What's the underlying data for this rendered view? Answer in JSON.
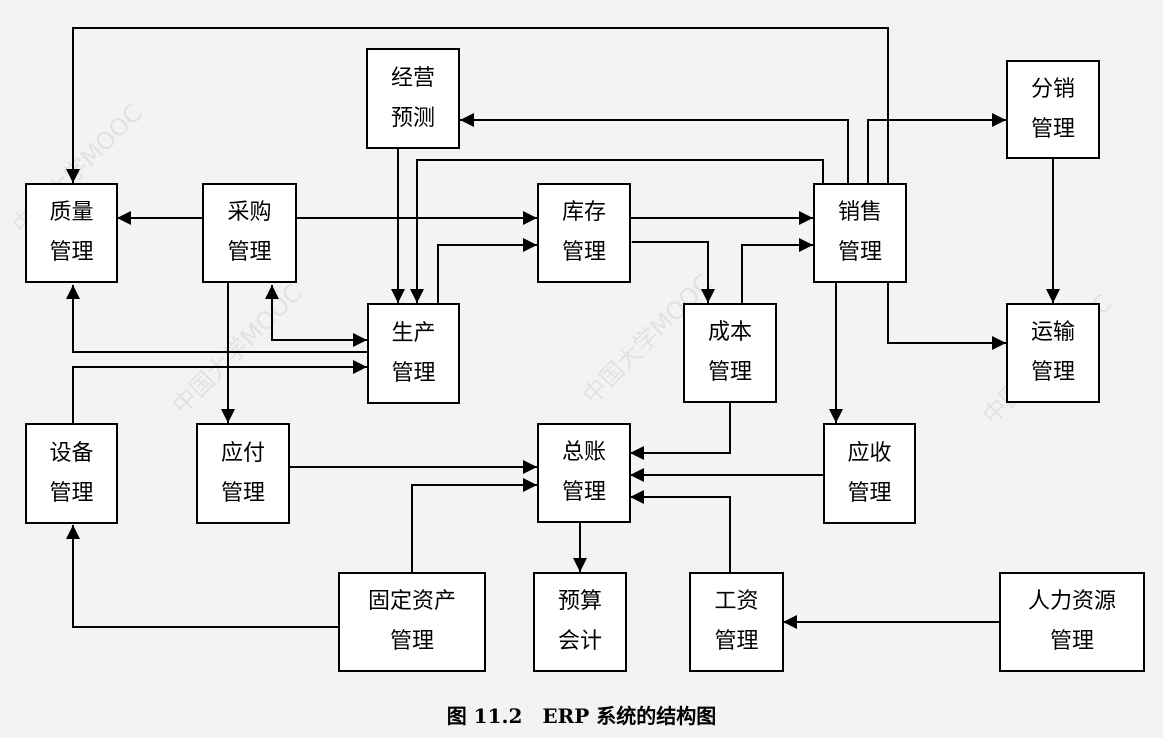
{
  "nodes": {
    "quality": [
      "质量",
      "管理"
    ],
    "purchase": [
      "采购",
      "管理"
    ],
    "forecast": [
      "经营",
      "预测"
    ],
    "production": [
      "生产",
      "管理"
    ],
    "inventory": [
      "库存",
      "管理"
    ],
    "sales": [
      "销售",
      "管理"
    ],
    "distribution": [
      "分销",
      "管理"
    ],
    "transport": [
      "运输",
      "管理"
    ],
    "cost": [
      "成本",
      "管理"
    ],
    "equipment": [
      "设备",
      "管理"
    ],
    "payable": [
      "应付",
      "管理"
    ],
    "ledger": [
      "总账",
      "管理"
    ],
    "receivable": [
      "应收",
      "管理"
    ],
    "fixed_assets": [
      "固定资产",
      "管理"
    ],
    "budget": [
      "预算",
      "会计"
    ],
    "payroll": [
      "工资",
      "管理"
    ],
    "hr": [
      "人力资源",
      "管理"
    ]
  },
  "caption": "图 11.2　ERP 系统的结构图",
  "watermark": "中国大学MOOC"
}
